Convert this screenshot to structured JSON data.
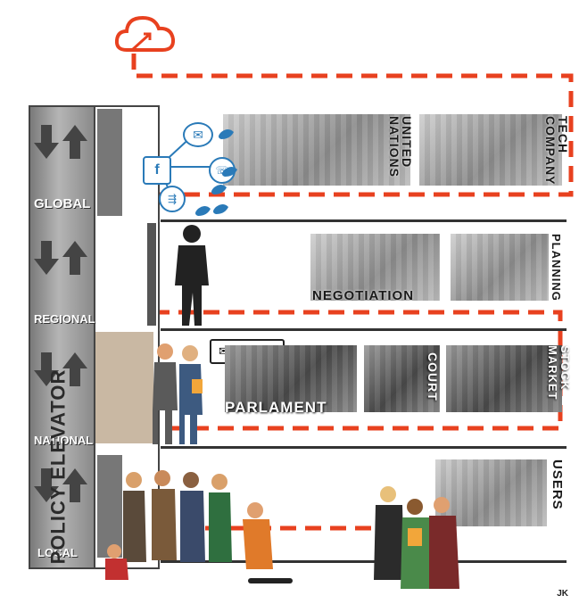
{
  "elevator": {
    "title": "POLICY ELEVATOR",
    "floors": [
      "GLOBAL",
      "REGIONAL",
      "NATIONAL",
      "LOCAL"
    ]
  },
  "scenes": {
    "global": [
      "UNITED NATIONS",
      "TECH COMPANY"
    ],
    "regional": [
      "NEGOTIATION",
      "PLANNING"
    ],
    "national": [
      "PARLAMENT",
      "COURT",
      "STOCK MARKET"
    ],
    "local": [
      "USERS"
    ]
  },
  "credit": "JK",
  "colors": {
    "path": "#e8411f",
    "elevator": "#9a9a9a",
    "social": "#2a7ab8"
  }
}
